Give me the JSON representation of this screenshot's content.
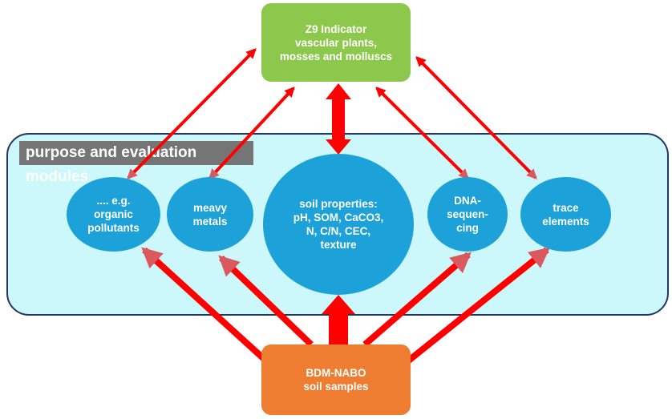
{
  "panel": {
    "title": "purpose and evaluation modules"
  },
  "top_box": {
    "lines": [
      "Z9 Indicator",
      "vascular plants,",
      "mosses  and molluscs"
    ]
  },
  "bottom_box": {
    "lines": [
      "BDM-NABO",
      "soil samples"
    ]
  },
  "modules": [
    {
      "lines": [
        ".... e.g.",
        "organic",
        "pollutants"
      ]
    },
    {
      "lines": [
        "meavy",
        "metals"
      ]
    },
    {
      "lines": [
        "soil properties:",
        "pH, SOM, CaCO3,",
        "N, C/N, CEC,",
        "texture"
      ]
    },
    {
      "lines": [
        "DNA-",
        "sequen-",
        "cing"
      ]
    },
    {
      "lines": [
        "trace",
        "elements"
      ]
    }
  ],
  "colors": {
    "top_box": "#8cc84b",
    "bottom_box": "#ee7d31",
    "modules": "#1ca2d8",
    "panel_fill": "#ccf7fb",
    "panel_border": "#1f3864",
    "arrow_red": "#ff0000",
    "arrow_pink": "#d9595e"
  }
}
